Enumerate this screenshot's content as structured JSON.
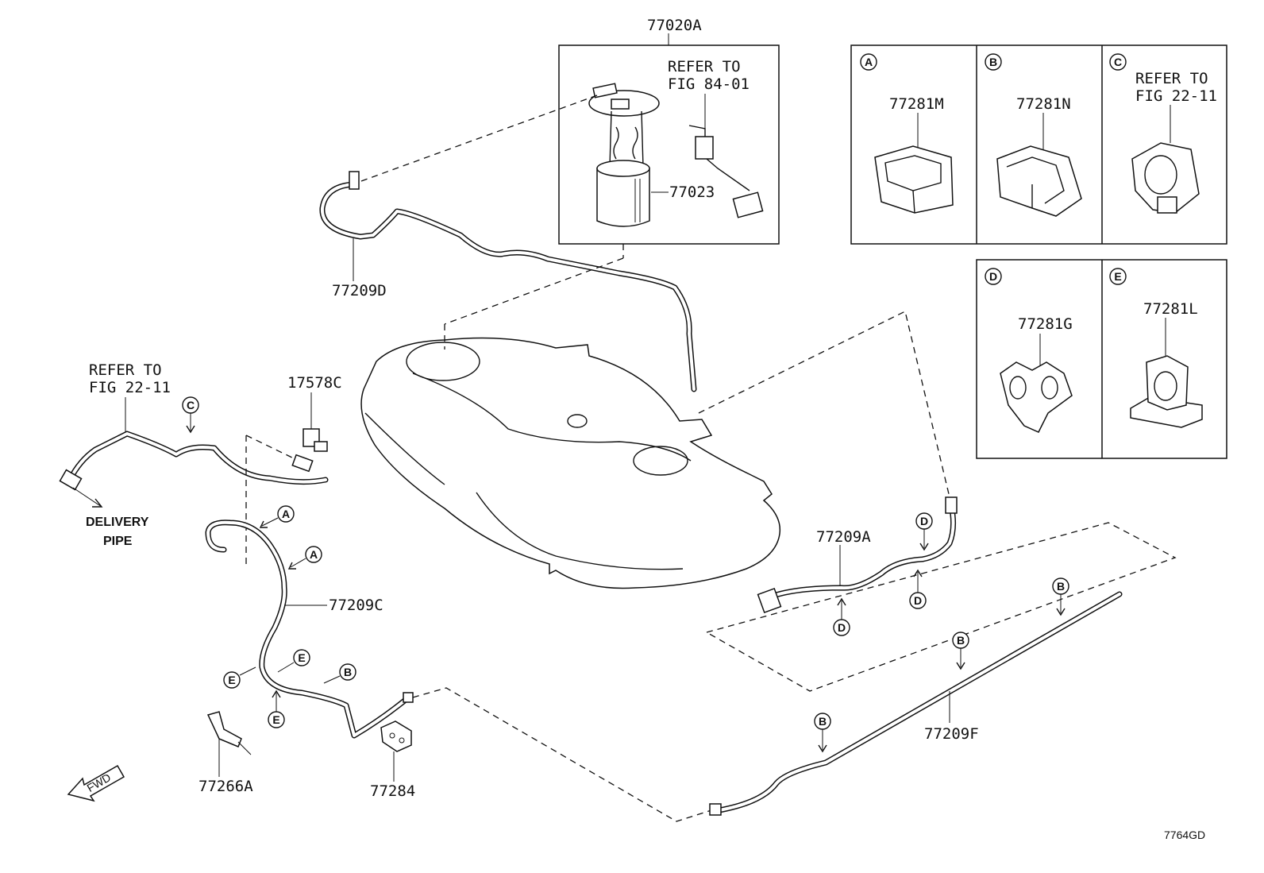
{
  "parts": {
    "p77020A": "77020A",
    "p77023": "77023",
    "p77209D": "77209D",
    "p17578C": "17578C",
    "p77209C": "77209C",
    "p77209A": "77209A",
    "p77209F": "77209F",
    "p77266A": "77266A",
    "p77284": "77284",
    "p77281M": "77281M",
    "p77281N": "77281N",
    "p77281G": "77281G",
    "p77281L": "77281L"
  },
  "refs": {
    "fig8401_line1": "REFER TO",
    "fig8401_line2": "FIG 84-01",
    "fig2211_box_line1": "REFER TO",
    "fig2211_box_line2": "FIG 22-11",
    "fig2211_left_line1": "REFER TO",
    "fig2211_left_line2": "FIG 22-11"
  },
  "notes": {
    "delivery_line1": "DELIVERY",
    "delivery_line2": "PIPE",
    "fwd": "FWD",
    "figure_code": "7764GD"
  },
  "clip_letters": {
    "A": "A",
    "B": "B",
    "C": "C",
    "D": "D",
    "E": "E"
  }
}
